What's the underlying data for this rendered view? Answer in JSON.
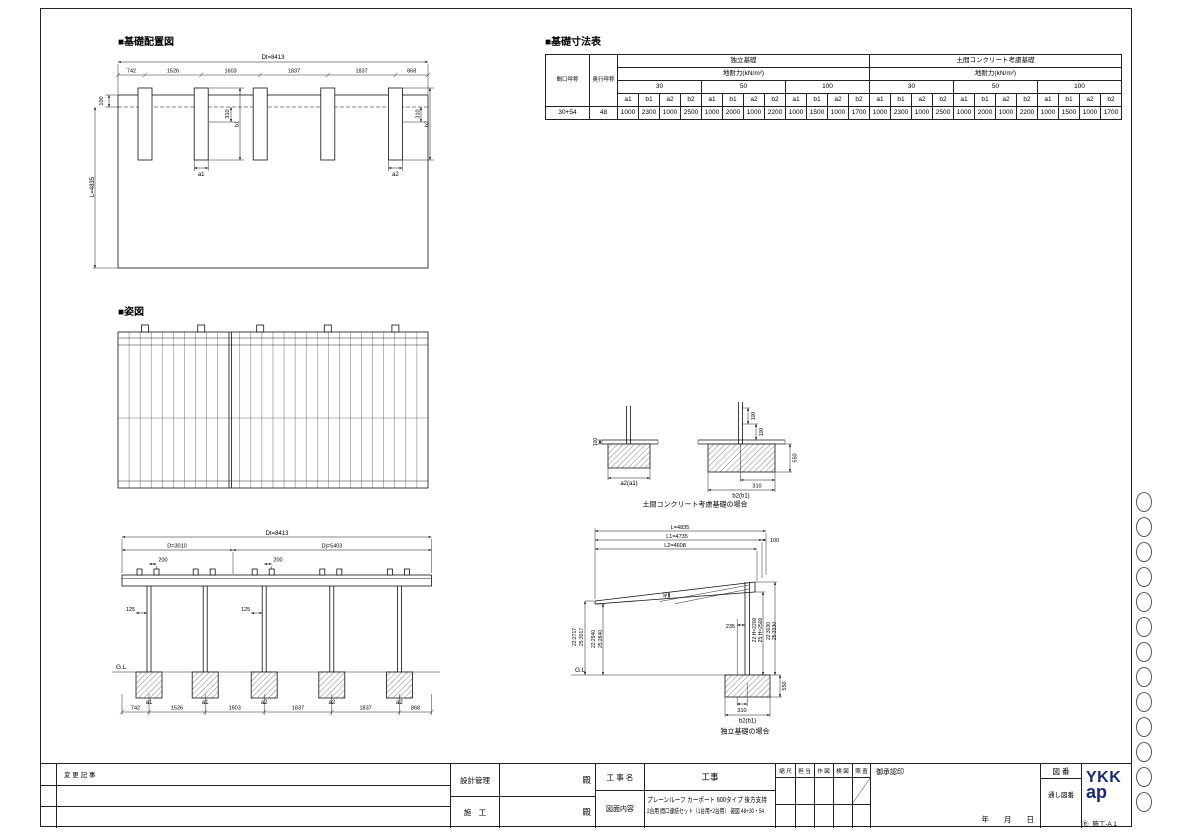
{
  "page": {
    "doc_code": "施工-A 1",
    "reg_mark": "Ⓡ"
  },
  "headings": {
    "plan": "■基礎配置図",
    "table": "■基礎寸法表",
    "sugata": "■姿図"
  },
  "plan": {
    "dt": "Dt=8413",
    "segments": [
      "742",
      "1526",
      "1603",
      "1837",
      "1837",
      "868"
    ],
    "offset100": "100",
    "depth": "L=4835",
    "d310_mid": "310",
    "b1": "b1",
    "d310_right": "310",
    "b2": "b2",
    "a1": "a1",
    "a2": "a2"
  },
  "dim_table": {
    "col1": "間口呼称",
    "col2": "奥行呼称",
    "groups": [
      "独立基礎",
      "土間コンクリート考慮基礎"
    ],
    "subheader": "地耐力(kN/m²)",
    "loads": [
      "30",
      "50",
      "100"
    ],
    "cols": [
      "a1",
      "b1",
      "a2",
      "b2"
    ],
    "row": {
      "width_name": "30+54",
      "depth_name": "48",
      "values": [
        "1000",
        "2300",
        "1000",
        "2500",
        "1000",
        "2000",
        "1000",
        "2200",
        "1000",
        "1500",
        "1000",
        "1700",
        "1000",
        "2300",
        "1000",
        "2500",
        "1000",
        "2000",
        "1000",
        "2200",
        "1000",
        "1500",
        "1000",
        "1700"
      ]
    }
  },
  "front": {
    "dt": "Dt=8413",
    "d": "D=3010",
    "dj": "Dj=5403",
    "off200a": "200",
    "off200b": "200",
    "post125a": "125",
    "post125b": "125",
    "gl": "G.L",
    "foundation_labels": [
      "a1",
      "a1",
      "a2",
      "a2",
      "a2"
    ],
    "segments": [
      "742",
      "1526",
      "1603",
      "1837",
      "1837",
      "868"
    ]
  },
  "side": {
    "L": "L=4835",
    "L1": "L1=4735",
    "L2": "L2=4608",
    "off100": "100",
    "t40": "40",
    "d235": "235",
    "h_front_top": [
      "22:2717",
      "25:3017"
    ],
    "h_front_bottom": [
      "22:2540",
      "25:2840"
    ],
    "h_clear": [
      "22:H=2200",
      "25:H=2500"
    ],
    "h_total": [
      "22:3030",
      "25:3330"
    ],
    "gl": "G.L",
    "d550": "550",
    "d310": "310",
    "b2b1": "b2(b1)",
    "caption": "独立基礎の場合"
  },
  "detail": {
    "d100_left": "100",
    "a2a1": "a2(a1)",
    "d100a": "100",
    "d100b": "100",
    "d550": "550",
    "d310": "310",
    "b2b1": "b2(b1)",
    "caption": "土間コンクリート考慮基礎の場合"
  },
  "titleblock": {
    "changes": "変 更 記 事",
    "design_label": "設計管理",
    "construct_label": "施　工",
    "dono1": "殿",
    "dono2": "殿",
    "project_label": "工 事 名",
    "project_value": "工事",
    "drawing_label": "図面内容",
    "content_line1": "プレーンルーフ カーポート 600タイプ 後方支持",
    "content_line2": "2台用 間口連結セット（1台用+2台用） 姿図 48+30・54",
    "small_cols": [
      "縮 尺",
      "担 当",
      "作 図",
      "検 図",
      "照 査"
    ],
    "approval": "御承認印",
    "date": "年　　月　　日",
    "zuban": "図 番",
    "tooshi": "通し図番",
    "logo_top": "YKK",
    "logo_bottom": "ap"
  },
  "binder": {
    "hole_count": 13
  }
}
